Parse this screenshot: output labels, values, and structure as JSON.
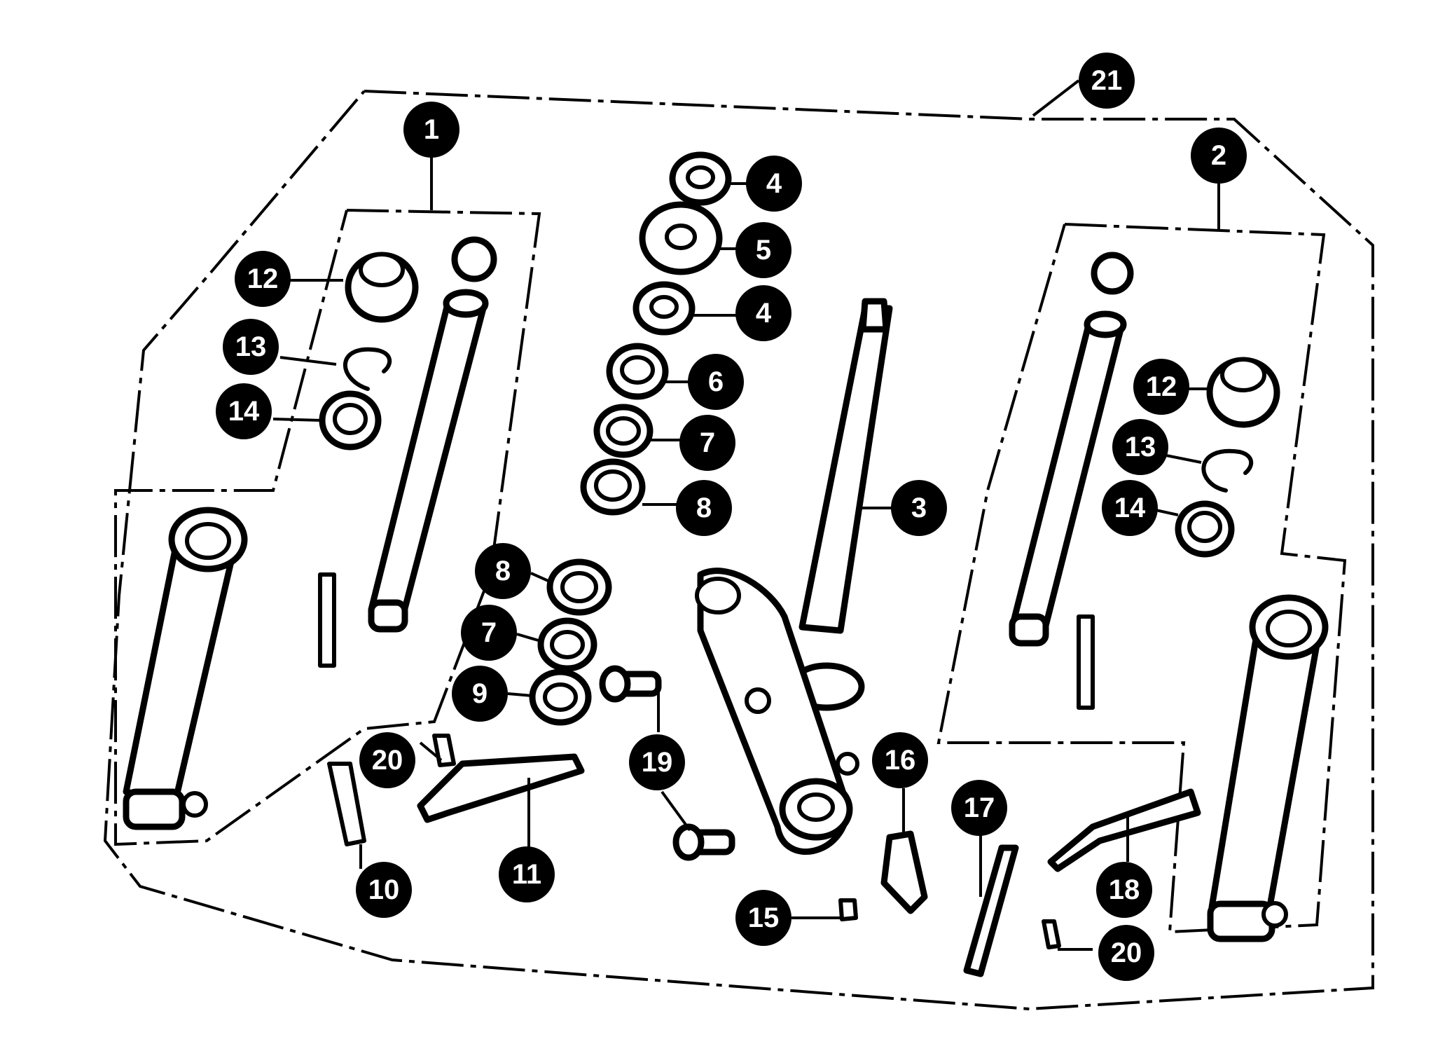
{
  "diagram": {
    "callouts": [
      "1",
      "2",
      "3",
      "4",
      "5",
      "4",
      "6",
      "7",
      "8",
      "8",
      "7",
      "9",
      "10",
      "11",
      "12",
      "13",
      "14",
      "12",
      "13",
      "14",
      "15",
      "16",
      "17",
      "18",
      "19",
      "20",
      "20",
      "21"
    ]
  },
  "colors": {
    "ink": "#000000",
    "paper": "#ffffff"
  }
}
